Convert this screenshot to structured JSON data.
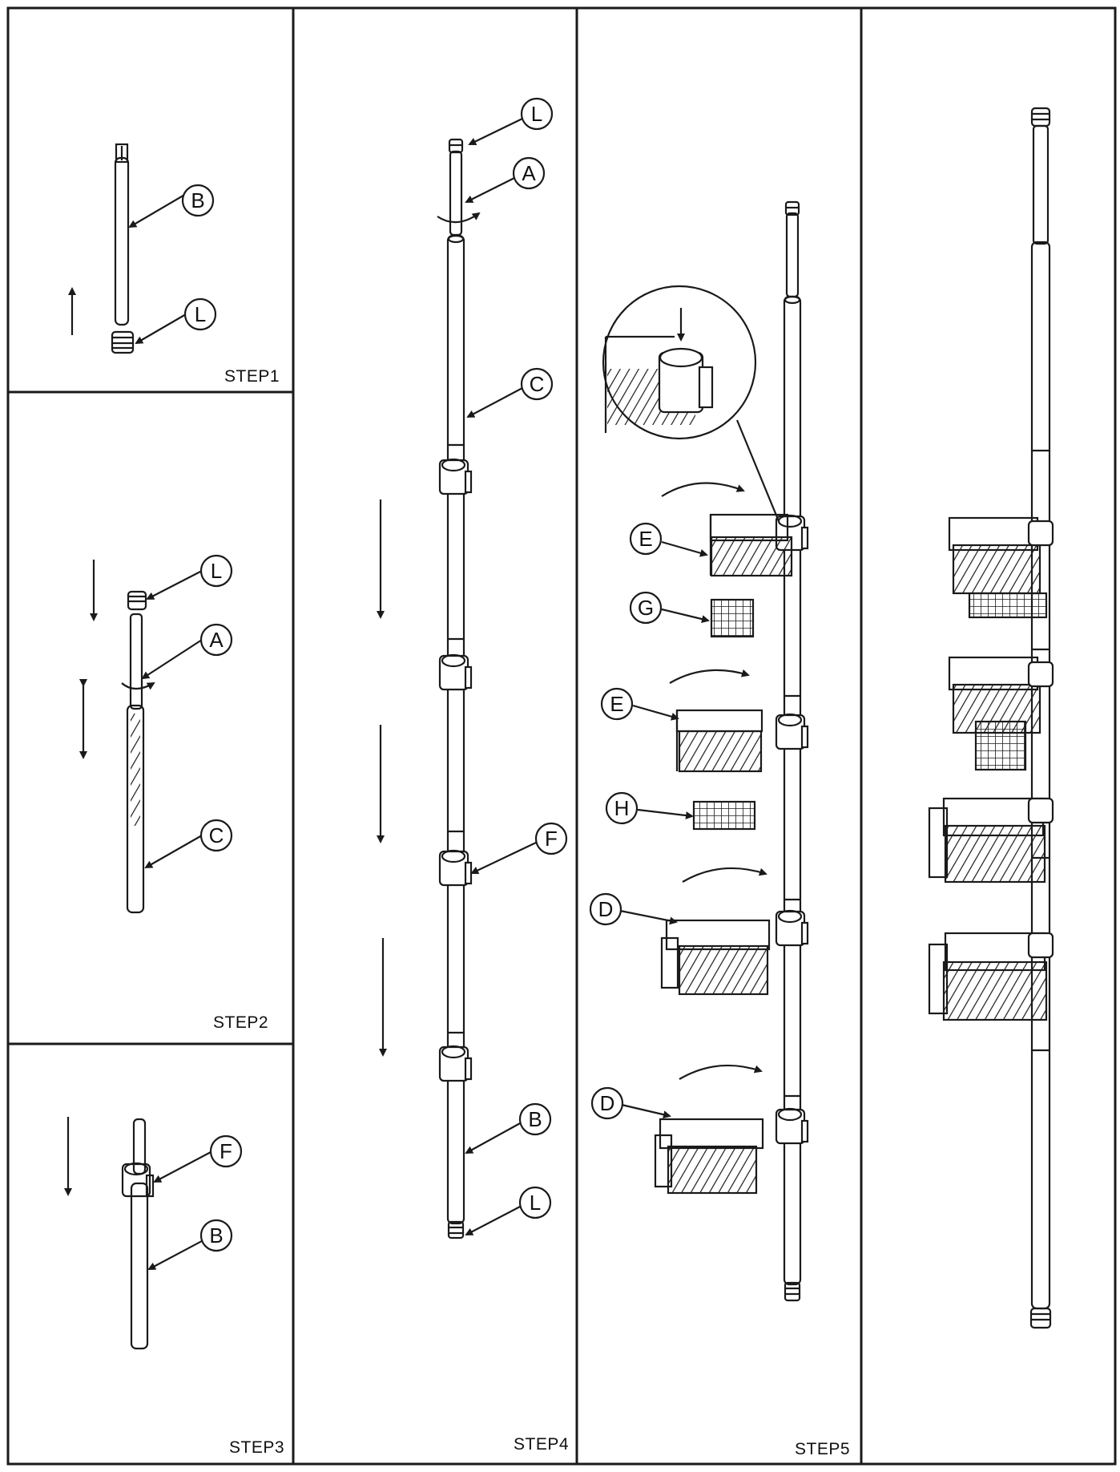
{
  "steps": {
    "step1": "STEP1",
    "step2": "STEP2",
    "step3": "STEP3",
    "step4": "STEP4",
    "step5": "STEP5"
  },
  "parts": {
    "A": "A",
    "B": "B",
    "C": "C",
    "D": "D",
    "E": "E",
    "F": "F",
    "G": "G",
    "H": "H",
    "L": "L"
  },
  "colors": {
    "line": "#1a1a1a",
    "background": "#ffffff"
  }
}
